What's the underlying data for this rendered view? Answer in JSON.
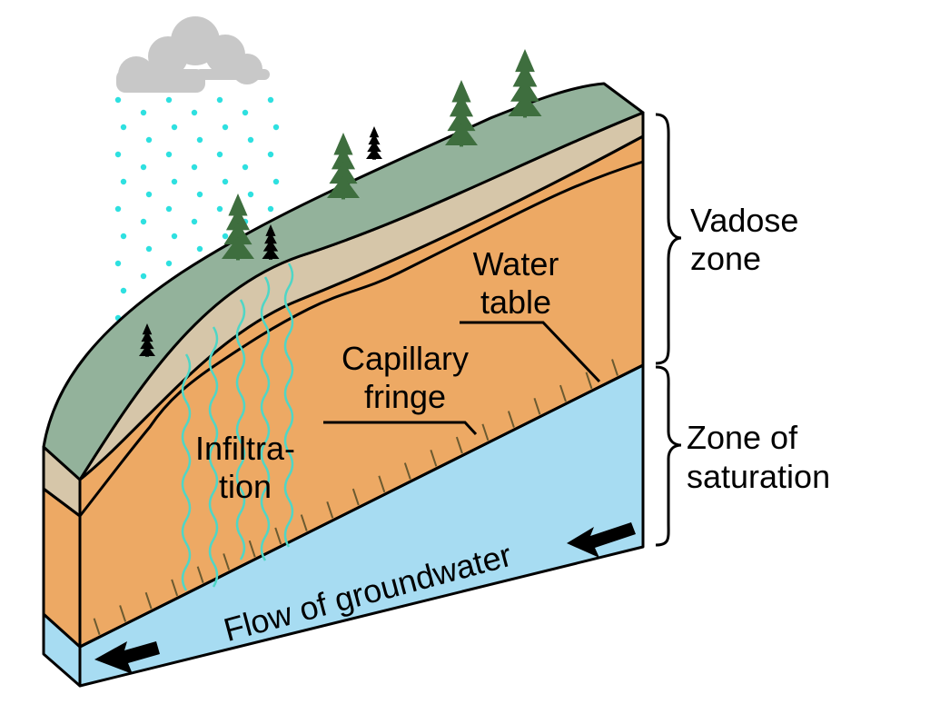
{
  "labels": {
    "vadose_zone_line1": "Vadose",
    "vadose_zone_line2": "zone",
    "zone_of_saturation_line1": "Zone of",
    "zone_of_saturation_line2": "saturation",
    "water_table_line1": "Water",
    "water_table_line2": "table",
    "capillary_fringe_line1": "Capillary",
    "capillary_fringe_line2": "fringe",
    "infiltration_line1": "Infiltra-",
    "infiltration_line2": "tion",
    "flow_of_groundwater": "Flow of groundwater"
  },
  "colors": {
    "vegetation_layer": "#93b29b",
    "topsoil_layer": "#d6c6a9",
    "unsaturated_soil": "#eda964",
    "groundwater": "#a7dcf2",
    "rain": "#2ee0e0",
    "infiltration_lines": "#4fd6c6",
    "cloud": "#c8c8c8",
    "trees": "#3e6e3e",
    "capillary_ticks": "#6b5a30"
  }
}
